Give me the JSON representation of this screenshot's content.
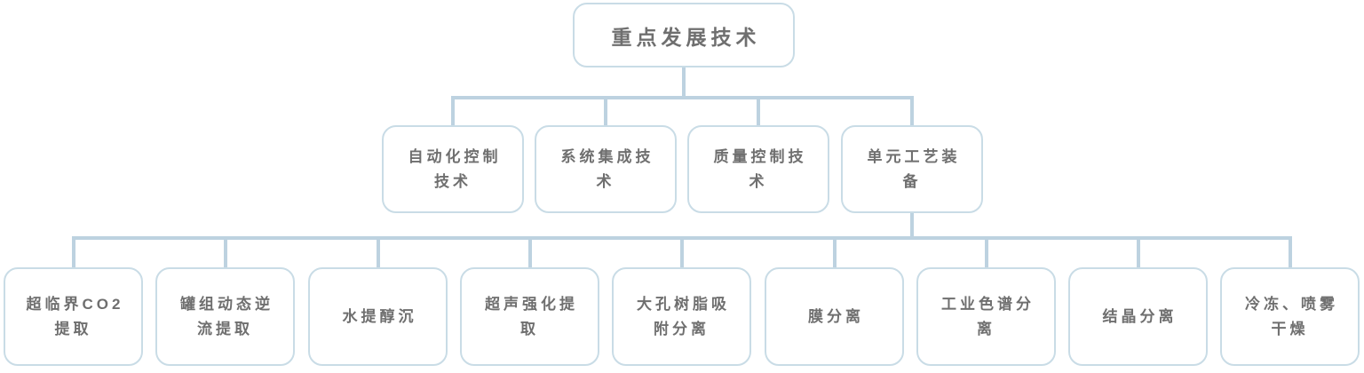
{
  "diagram": {
    "title": "重点发展技术",
    "colors": {
      "connector": "#bdd2e0",
      "node_border": "#c9dce6",
      "node_fill": "#ffffff",
      "text": "#6f6f6f",
      "background": "#ffffff"
    },
    "root": {
      "label": "重点发展技术"
    },
    "level2": [
      {
        "label": "自动化控制\n技术"
      },
      {
        "label": "系统集成技\n术"
      },
      {
        "label": "质量控制技\n术"
      },
      {
        "label": "单元工艺装\n备"
      }
    ],
    "level3": [
      {
        "label": "超临界CO2\n提取"
      },
      {
        "label": "罐组动态逆\n流提取"
      },
      {
        "label": "水提醇沉"
      },
      {
        "label": "超声强化提\n取"
      },
      {
        "label": "大孔树脂吸\n附分离"
      },
      {
        "label": "膜分离"
      },
      {
        "label": "工业色谱分\n离"
      },
      {
        "label": "结晶分离"
      },
      {
        "label": "冷冻、喷雾\n干燥"
      }
    ]
  }
}
